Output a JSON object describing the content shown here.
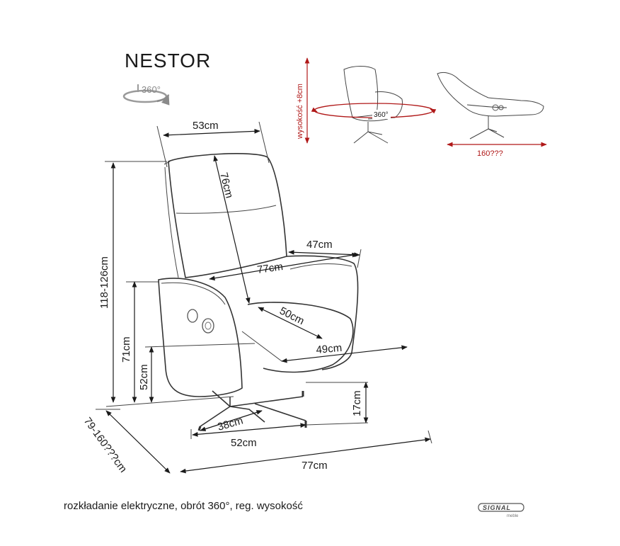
{
  "product": {
    "name": "NESTOR",
    "rotation_badge": "360°",
    "caption": "rozkładanie elektryczne, obrót 360°, reg. wysokość"
  },
  "dimensions": {
    "top_width": "53cm",
    "backrest_height": "76cm",
    "arm_to_arm_depth": "47cm",
    "inner_width": "77cm",
    "seat_depth": "50cm",
    "seat_width": "49cm",
    "total_height": "118-126cm",
    "arm_height": "71cm",
    "seat_height": "52cm",
    "base_height": "17cm",
    "base_depth": "38cm",
    "base_width": "52cm",
    "total_width": "77cm",
    "total_depth": "79-160???cm"
  },
  "side_views": {
    "height_adjust": "wysokość +8cm",
    "rotation": "360°",
    "reclined_length": "160???"
  },
  "brand": {
    "name": "SIGNAL",
    "sub": "meble"
  },
  "colors": {
    "ink": "#1a1a1a",
    "accent_red": "#b01818"
  }
}
